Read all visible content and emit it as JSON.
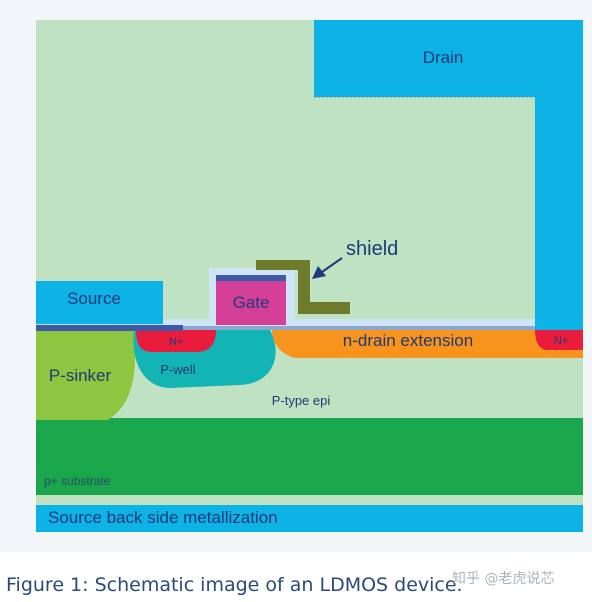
{
  "labels": {
    "drain": "Drain",
    "shield": "shield",
    "source": "Source",
    "gate": "Gate",
    "n_plus_left": "N+",
    "n_plus_right": "N+",
    "n_drain_extension": "n-drain extension",
    "p_sinker": "P-sinker",
    "p_well": "P-well",
    "p_type_epi": "P-type epi",
    "p_plus_substrate": "p+ substrate",
    "backside_metal": "Source back side metallization"
  },
  "caption": "Figure 1: Schematic image of an LDMOS device.",
  "watermark": "知乎 @老虎说芯",
  "colors": {
    "epi": "#bfe2c2",
    "metal": "#0db2e6",
    "gate": "#d43f98",
    "shield": "#6e7a2c",
    "n_plus": "#ea1c3e",
    "drift": "#f8931e",
    "p_well": "#12b4b4",
    "p_sinker": "#8dc63f",
    "substrate": "#1aa64a",
    "oxide": "#3d5aa8"
  }
}
